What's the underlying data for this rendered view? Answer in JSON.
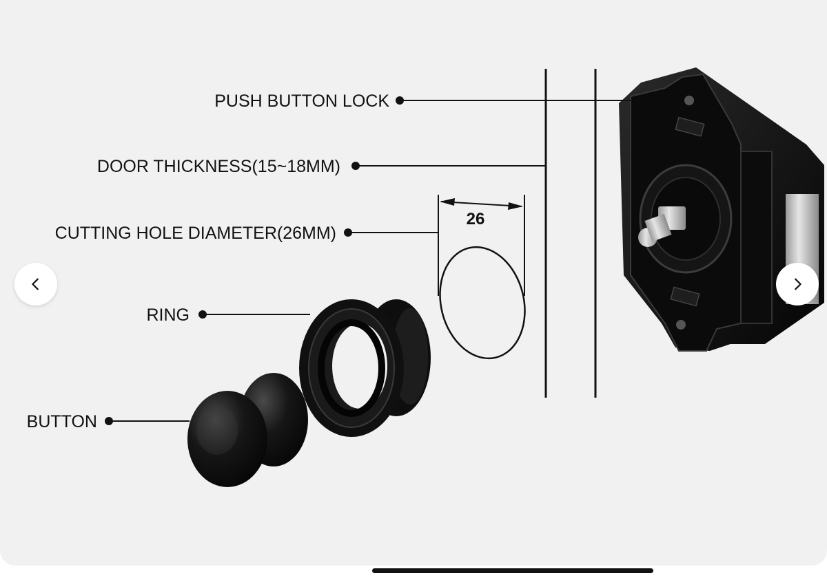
{
  "gallery": {
    "prev_icon": "chevron-left-icon",
    "next_icon": "chevron-right-icon"
  },
  "diagram": {
    "labels": {
      "push_button_lock": "PUSH BUTTON LOCK",
      "door_thickness": "DOOR THICKNESS(15~18MM)",
      "cutting_hole_diameter": "CUTTING HOLE DIAMETER(26MM)",
      "ring": "RING",
      "button": "BUTTON"
    },
    "dimension_value": "26"
  },
  "colors": {
    "card_background": "#f1f1f1",
    "part_black": "#111111",
    "metal": "#c8c8c8"
  }
}
